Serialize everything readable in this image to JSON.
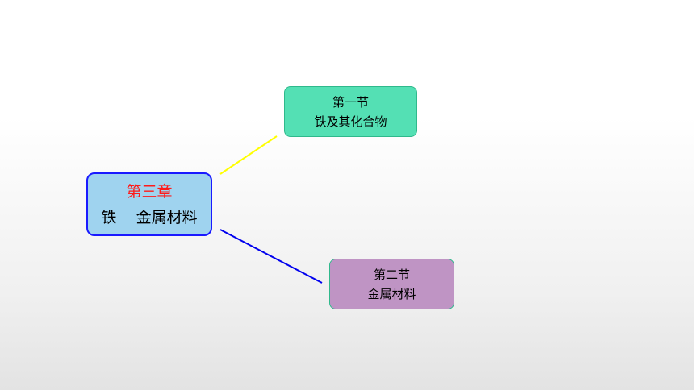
{
  "diagram": {
    "root": {
      "chapter": "第三章",
      "title": "铁    金属材料",
      "fill": "#9fd3ef",
      "border": "#1a1aff",
      "chapter_color": "#ff1a1a"
    },
    "sections": [
      {
        "heading": "第一节",
        "title": "铁及其化合物",
        "fill": "#54e0b4",
        "connector_color": "#ffff00"
      },
      {
        "heading": "第二节",
        "title": "金属材料",
        "fill": "#bf94c4",
        "connector_color": "#0000ee"
      }
    ]
  }
}
